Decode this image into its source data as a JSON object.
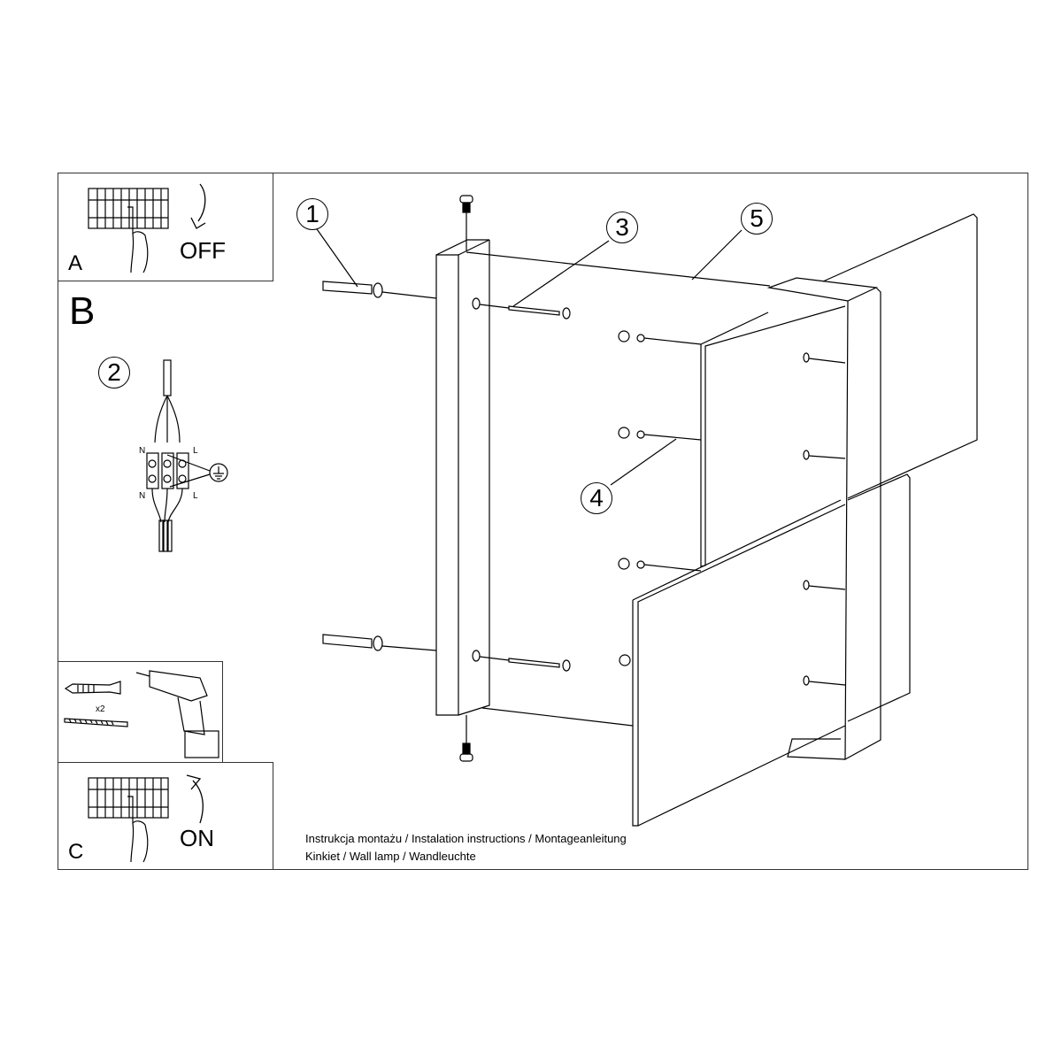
{
  "document": {
    "type": "Assembly instructions sheet",
    "caption_line1": "Instrukcja montażu / Instalation instructions / Montageanleitung",
    "caption_line2": "Kinkiet / Wall lamp / Wandleuchte"
  },
  "steps": {
    "A": {
      "letter": "A",
      "state": "OFF",
      "icon": "circuit-breaker-icon",
      "arrow": "arrow-down-icon"
    },
    "B": {
      "letter": "B"
    },
    "C": {
      "letter": "C",
      "state": "ON",
      "icon": "circuit-breaker-icon",
      "arrow": "arrow-up-icon"
    }
  },
  "tools": {
    "quantity": "x2",
    "items": [
      "wall-plug-icon",
      "screw-icon",
      "drill-icon"
    ]
  },
  "wiring": {
    "callout": "2",
    "label_top_left": "N",
    "label_top_right": "L",
    "label_bottom_left": "N",
    "label_bottom_right": "L",
    "ground_symbol": "ground-icon"
  },
  "callouts": [
    {
      "id": "1",
      "label": "1",
      "part": "wall plug"
    },
    {
      "id": "3",
      "label": "3",
      "part": "screw"
    },
    {
      "id": "4",
      "label": "4",
      "part": "nut and washer"
    },
    {
      "id": "5",
      "label": "5",
      "part": "lamp body"
    }
  ]
}
